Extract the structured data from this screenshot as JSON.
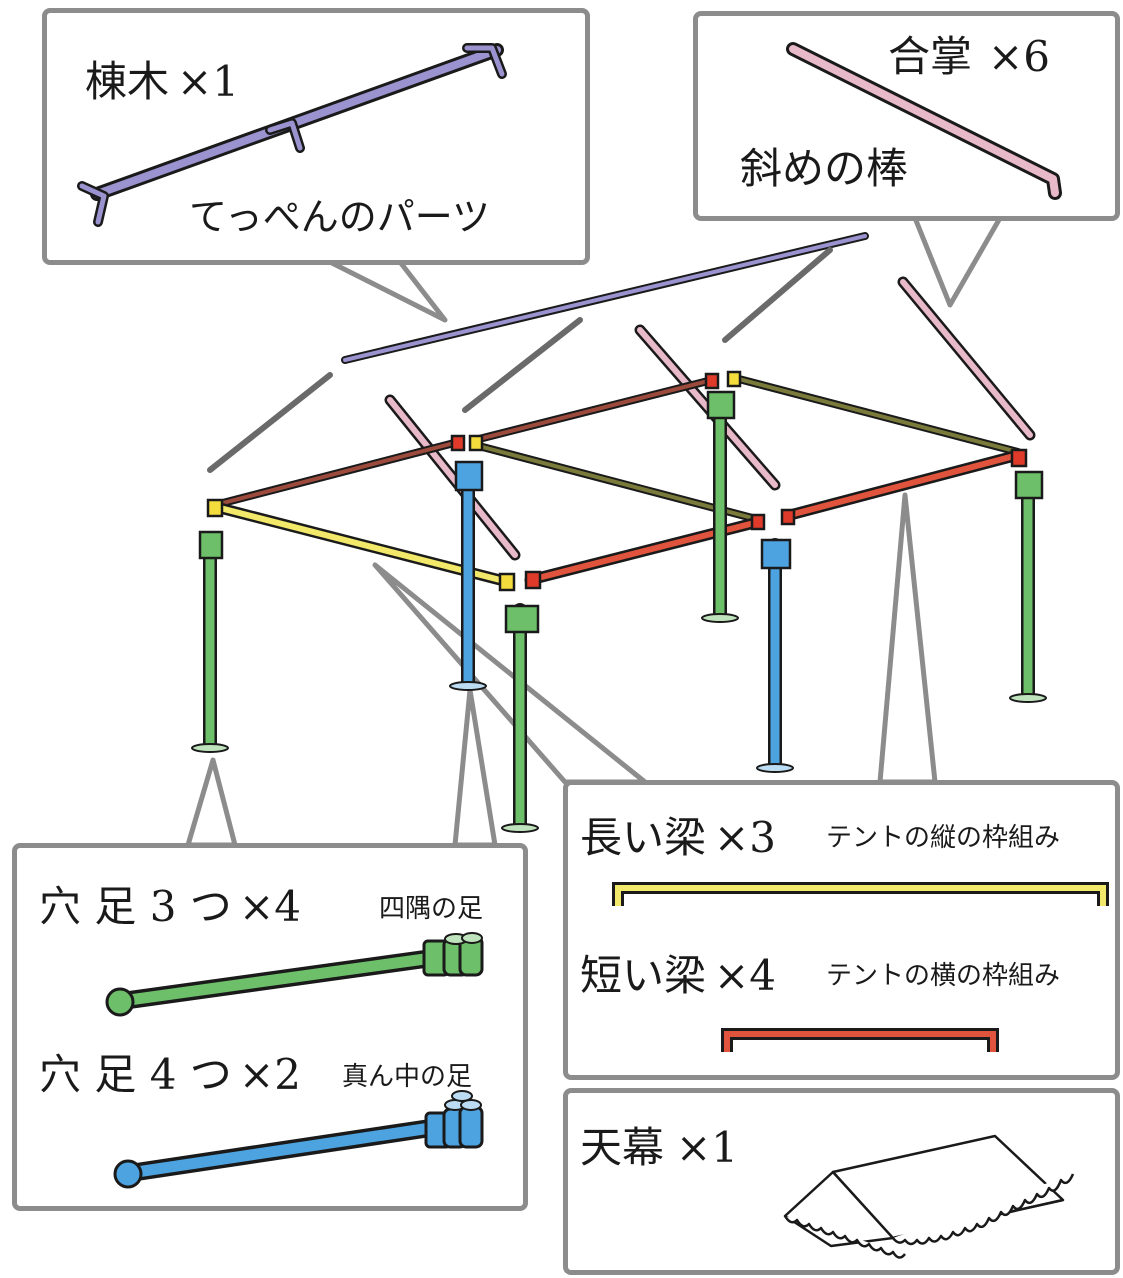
{
  "ridge": {
    "name": "棟木",
    "count": "×1",
    "note": "てっぺんのパーツ"
  },
  "rafter": {
    "name": "合掌",
    "count": "×6",
    "note": "斜めの棒"
  },
  "long_beam": {
    "name": "長い梁",
    "count": "×3",
    "note": "テントの縦の枠組み"
  },
  "short_beam": {
    "name": "短い梁",
    "count": "×4",
    "note": "テントの横の枠組み"
  },
  "canopy": {
    "name": "天幕",
    "count": "×1"
  },
  "leg3": {
    "name": "穴 足 3 つ",
    "count": "×4",
    "note": "四隅の足"
  },
  "leg4": {
    "name": "穴 足 4 つ",
    "count": "×2",
    "note": "真ん中の足"
  },
  "colors": {
    "ridge": "#9b93cf",
    "rafter": "#e8b9c9",
    "long_beam": "#f2e86a",
    "short_beam": "#e0533c",
    "leg3": "#6dbf6a",
    "leg4": "#4da3df",
    "connector_yellow": "#f3dc3c",
    "connector_red": "#e03a2a",
    "callout_border": "#8c8c8c",
    "outline": "#1a1a1a"
  }
}
